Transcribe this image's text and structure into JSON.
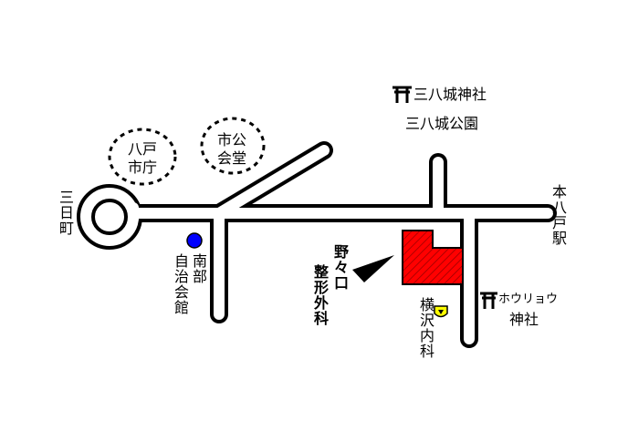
{
  "colors": {
    "road_outline": "#000000",
    "road_fill": "#ffffff",
    "clinic_hatch": "#ff0000",
    "marker_blue": "#0000ff",
    "marker_yellow": "#ffff00"
  },
  "icons": {
    "shrine": "torii-icon",
    "auditorium_marker": "blue-circle-icon",
    "clinic_marker": "yellow-shield-icon",
    "direction_arrow": "arrow-icon"
  },
  "labels": {
    "shrine_name": "三八城神社",
    "park": "三八城公園",
    "city_hall": [
      "八戸",
      "市庁"
    ],
    "public_hall": [
      "市公",
      "会堂"
    ],
    "mikkamachi": "三日町",
    "hon_hachinohe": "本八戸駅",
    "minami_auditorium": [
      "南部",
      "自治会館"
    ],
    "clinic": [
      "野々口",
      "整形外科"
    ],
    "yokosawa": "横沢内科",
    "hourilyou_shrine": [
      "ホウリョウ",
      "神社"
    ]
  }
}
